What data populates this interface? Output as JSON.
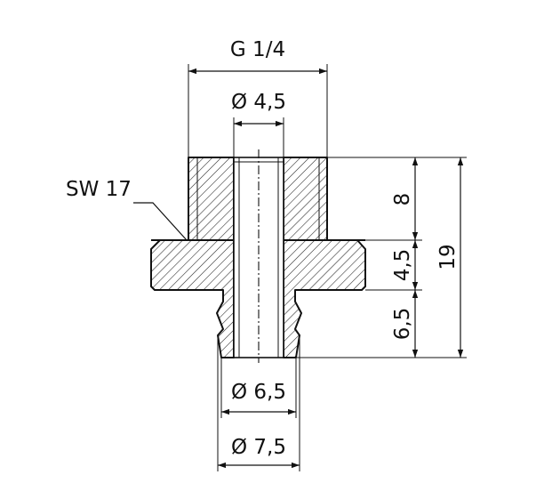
{
  "labels": {
    "thread": "G 1/4",
    "inner_diameter": "Ø 4,5",
    "wrench_size": "SW 17",
    "hose_diameter": "Ø 6,5",
    "barb_diameter": "Ø 7,5",
    "height_thread": "8",
    "height_collar": "4,5",
    "height_barb": "6,5",
    "height_total": "19"
  }
}
